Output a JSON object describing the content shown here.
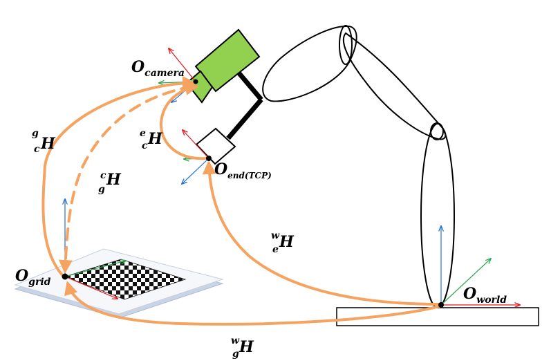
{
  "frames": {
    "camera": {
      "base": "O",
      "sub": "camera"
    },
    "end": {
      "base": "O",
      "sub": "end(TCP)"
    },
    "grid": {
      "base": "O",
      "sub": "grid"
    },
    "world": {
      "base": "O",
      "sub": "world"
    }
  },
  "transforms": {
    "grid_to_camera": {
      "sup": "g",
      "sub": "c",
      "base": "H"
    },
    "camera_to_grid": {
      "sup": "c",
      "sub": "g",
      "base": "H"
    },
    "end_to_camera": {
      "sup": "e",
      "sub": "c",
      "base": "H"
    },
    "world_to_end": {
      "sup": "w",
      "sub": "e",
      "base": "H"
    },
    "world_to_grid": {
      "sup": "w",
      "sub": "g",
      "base": "H"
    }
  },
  "colors": {
    "arrow": "#f4a460",
    "axis_x": "#e8141c",
    "axis_y": "#2aa44a",
    "axis_z": "#1e6fd6",
    "camera_body": "#92d050",
    "link": "#000000"
  }
}
